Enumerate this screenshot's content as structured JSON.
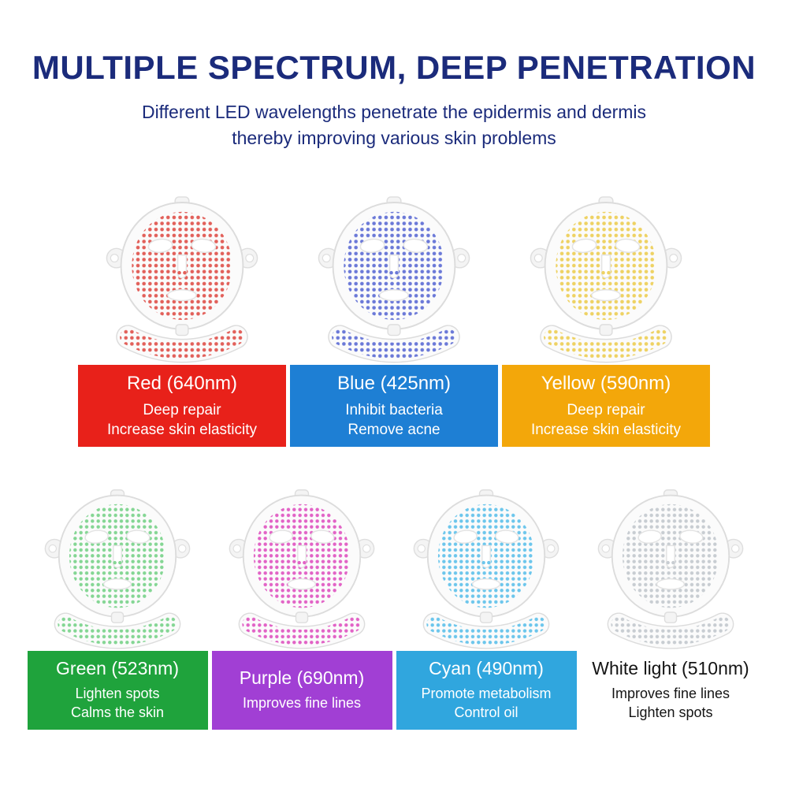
{
  "header": {
    "title": "MULTIPLE SPECTRUM, DEEP PENETRATION",
    "subtitle_line1": "Different LED wavelengths penetrate the epidermis and dermis",
    "subtitle_line2": "thereby improving various skin problems",
    "title_color": "#1b2b7b"
  },
  "rows": [
    {
      "items": [
        {
          "name": "Red (640nm)",
          "lines": [
            "Deep repair",
            "Increase skin elasticity"
          ],
          "box_color": "#e8211a",
          "text_color": "#ffffff",
          "led_color": "#e2605a"
        },
        {
          "name": "Blue (425nm)",
          "lines": [
            "Inhibit bacteria",
            "Remove acne"
          ],
          "box_color": "#1e7fd4",
          "text_color": "#ffffff",
          "led_color": "#6b79d8"
        },
        {
          "name": "Yellow (590nm)",
          "lines": [
            "Deep repair",
            "Increase skin elasticity"
          ],
          "box_color": "#f3a70a",
          "text_color": "#ffffff",
          "led_color": "#eed263"
        }
      ]
    },
    {
      "items": [
        {
          "name": "Green (523nm)",
          "lines": [
            "Lighten spots",
            "Calms the skin"
          ],
          "box_color": "#1fa33c",
          "text_color": "#ffffff",
          "led_color": "#84d694"
        },
        {
          "name": "Purple (690nm)",
          "lines": [
            "Improves fine lines"
          ],
          "box_color": "#a13fd4",
          "text_color": "#ffffff",
          "led_color": "#e263c6"
        },
        {
          "name": "Cyan (490nm)",
          "lines": [
            "Promote metabolism",
            "Control oil"
          ],
          "box_color": "#30a6de",
          "text_color": "#ffffff",
          "led_color": "#6cc6ec"
        },
        {
          "name": "White light (510nm)",
          "lines": [
            "Improves fine lines",
            "Lighten spots"
          ],
          "box_color": "#ffffff",
          "text_color": "#141414",
          "led_color": "#c8cdd2"
        }
      ]
    }
  ]
}
